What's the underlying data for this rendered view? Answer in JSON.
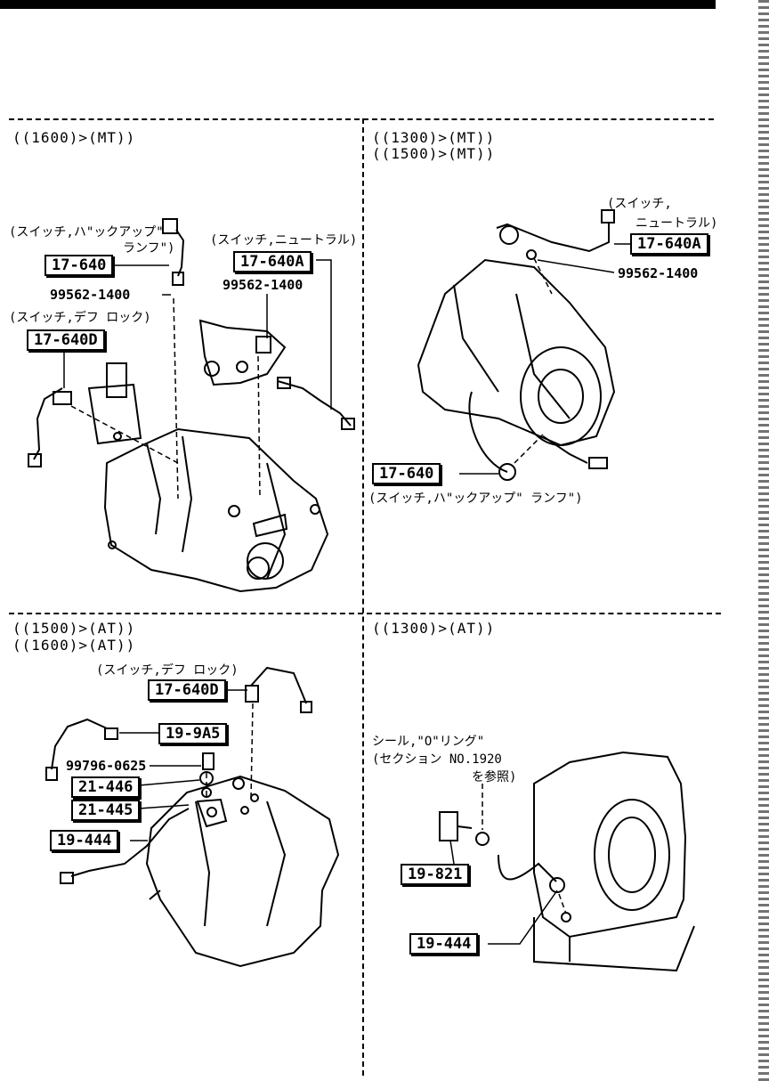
{
  "quadrants": {
    "top_left": {
      "titles": [
        "((1600)>(MT))"
      ],
      "notes": {
        "backup_lamp": "(スイッチ,ハ\"ックアップ\"",
        "backup_lamp2": "ランフ\")",
        "neutral": "(スイッチ,ニュートラル)",
        "diff_lock": "(スイッチ,デフ ロック)"
      },
      "boxes": {
        "a": "17-640",
        "b": "17-640A",
        "c": "17-640D"
      },
      "parts": {
        "washer1": "99562-1400",
        "washer2": "99562-1400"
      }
    },
    "top_right": {
      "titles": [
        "((1300)>(MT))",
        "((1500)>(MT))"
      ],
      "notes": {
        "neutral": "(スイッチ,",
        "neutral2": "ニュートラル)",
        "backup_lamp": "(スイッチ,ハ\"ックアップ\" ランフ\")"
      },
      "boxes": {
        "a": "17-640A",
        "b": "17-640"
      },
      "parts": {
        "washer": "99562-1400"
      }
    },
    "bottom_left": {
      "titles": [
        "((1500)>(AT))",
        "((1600)>(AT))"
      ],
      "notes": {
        "diff_lock": "(スイッチ,デフ ロック)"
      },
      "boxes": {
        "a": "17-640D",
        "b": "19-9A5",
        "c": "21-446",
        "d": "21-445",
        "e": "19-444"
      },
      "parts": {
        "bolt": "99796-0625"
      }
    },
    "bottom_right": {
      "titles": [
        "((1300)>(AT))"
      ],
      "notes": {
        "seal": "シール,\"O\"リング\"",
        "section": "(セクション NO.1920",
        "refer": "を参照)"
      },
      "boxes": {
        "a": "19-821",
        "b": "19-444"
      }
    }
  }
}
